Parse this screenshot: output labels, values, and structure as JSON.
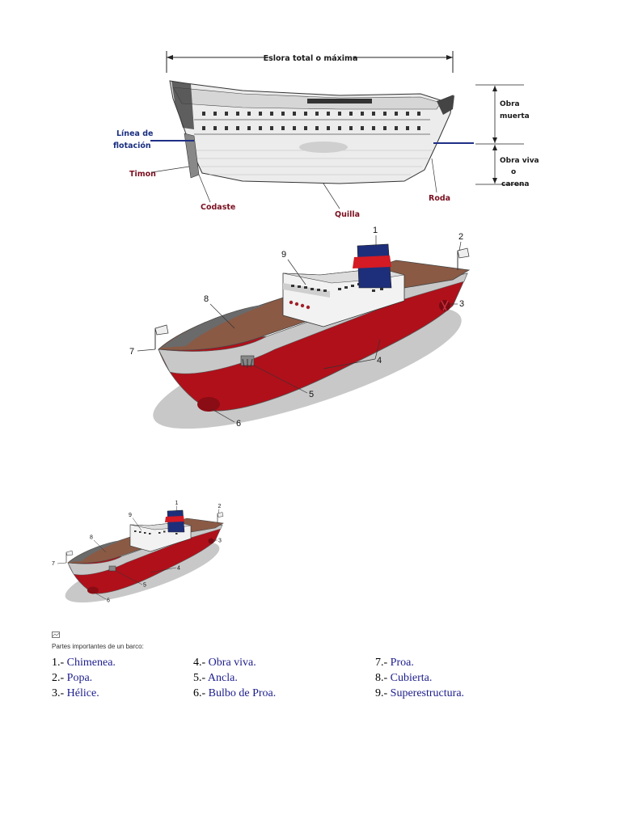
{
  "diagram1": {
    "eslora_label": "Eslora total o máxima",
    "linea_flotacion": [
      "Línea de",
      "flotación"
    ],
    "timon": "Timon",
    "codaste": "Codaste",
    "quilla": "Quilla",
    "roda": "Roda",
    "obra_muerta": [
      "Obra",
      "muerta"
    ],
    "obra_viva": [
      "Obra viva",
      "o",
      "carena"
    ]
  },
  "diagram2": {
    "numbers": [
      "1",
      "2",
      "3",
      "4",
      "5",
      "6",
      "7",
      "8",
      "9"
    ]
  },
  "caption": "Partes importantes de un barco:",
  "parts": [
    [
      {
        "num": "1.- ",
        "name": "Chimenea."
      },
      {
        "num": "2.- ",
        "name": "Popa."
      },
      {
        "num": "3.- ",
        "name": "Hélice."
      }
    ],
    [
      {
        "num": "4.- ",
        "name": "Obra viva."
      },
      {
        "num": "5.- ",
        "name": "Ancla."
      },
      {
        "num": "6.- ",
        "name": "Bulbo de Proa."
      }
    ],
    [
      {
        "num": "7.- ",
        "name": "Proa."
      },
      {
        "num": "8.- ",
        "name": "Cubierta."
      },
      {
        "num": "9.- ",
        "name": "Superestructura."
      }
    ]
  ],
  "colors": {
    "hull_red": "#b0101a",
    "hull_grey": "#c8c8c8",
    "deck_brown": "#8a5a45",
    "funnel_blue": "#1d2f7a",
    "funnel_red": "#d41a24",
    "waterline_blue": "#1f2f86"
  }
}
